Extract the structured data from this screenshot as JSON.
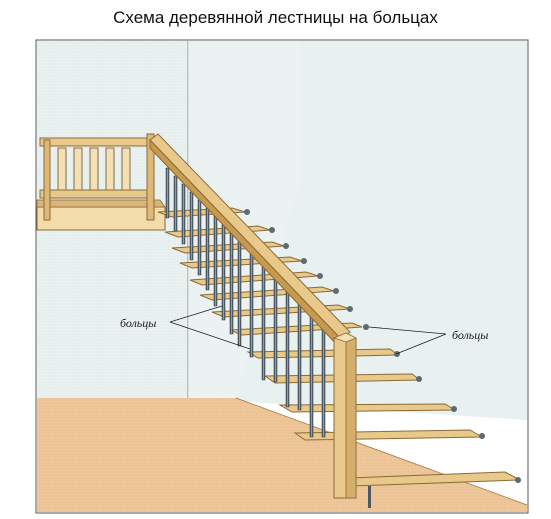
{
  "title": "Схема деревянной лестницы на больцах",
  "labels": {
    "left": "больцы",
    "right": "больцы"
  },
  "colors": {
    "wood": "#e8c98a",
    "wood_dark": "#c89a4e",
    "floor": "#edc497",
    "wall_left": "#eef3f3",
    "wall_back": "#e6efef",
    "metal": "#4a5a66"
  }
}
